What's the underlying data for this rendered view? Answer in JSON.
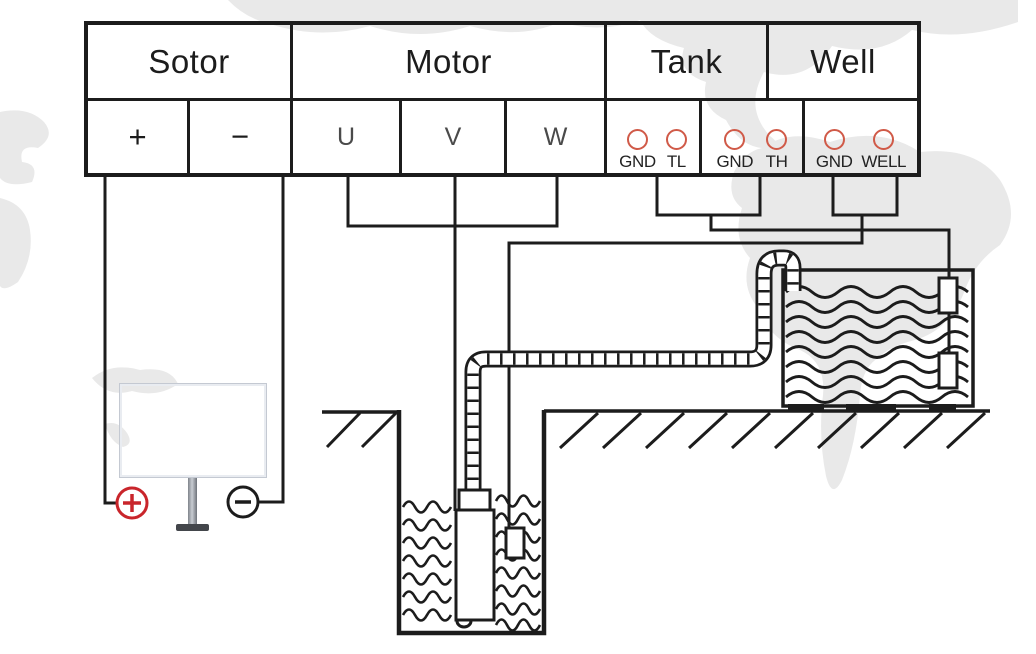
{
  "diagram": {
    "strip": {
      "headers": [
        {
          "label": "Sotor"
        },
        {
          "label": "Motor"
        },
        {
          "label": "Tank"
        },
        {
          "label": "Well"
        }
      ],
      "power_terminals": [
        {
          "label": "+"
        },
        {
          "label": "−"
        },
        {
          "label": "U"
        },
        {
          "label": "V"
        },
        {
          "label": "W"
        }
      ],
      "sensor_groups": [
        {
          "terminals": [
            {
              "label": "GND"
            },
            {
              "label": "TL"
            }
          ]
        },
        {
          "terminals": [
            {
              "label": "GND"
            },
            {
              "label": "TH"
            }
          ]
        },
        {
          "terminals": [
            {
              "label": "GND"
            },
            {
              "label": "WELL"
            }
          ]
        }
      ]
    },
    "solar": {
      "positive_symbol": "+",
      "negative_symbol": "−"
    },
    "colors": {
      "line": "#1c1c1c",
      "terminal_ring": "#d05a48",
      "solar_positive": "#c9252b",
      "solar_negative": "#1c1c1c",
      "watermark": "#e9e9e9",
      "panel_blue_dark": "#24335e",
      "panel_blue_light": "#4a639f"
    }
  }
}
